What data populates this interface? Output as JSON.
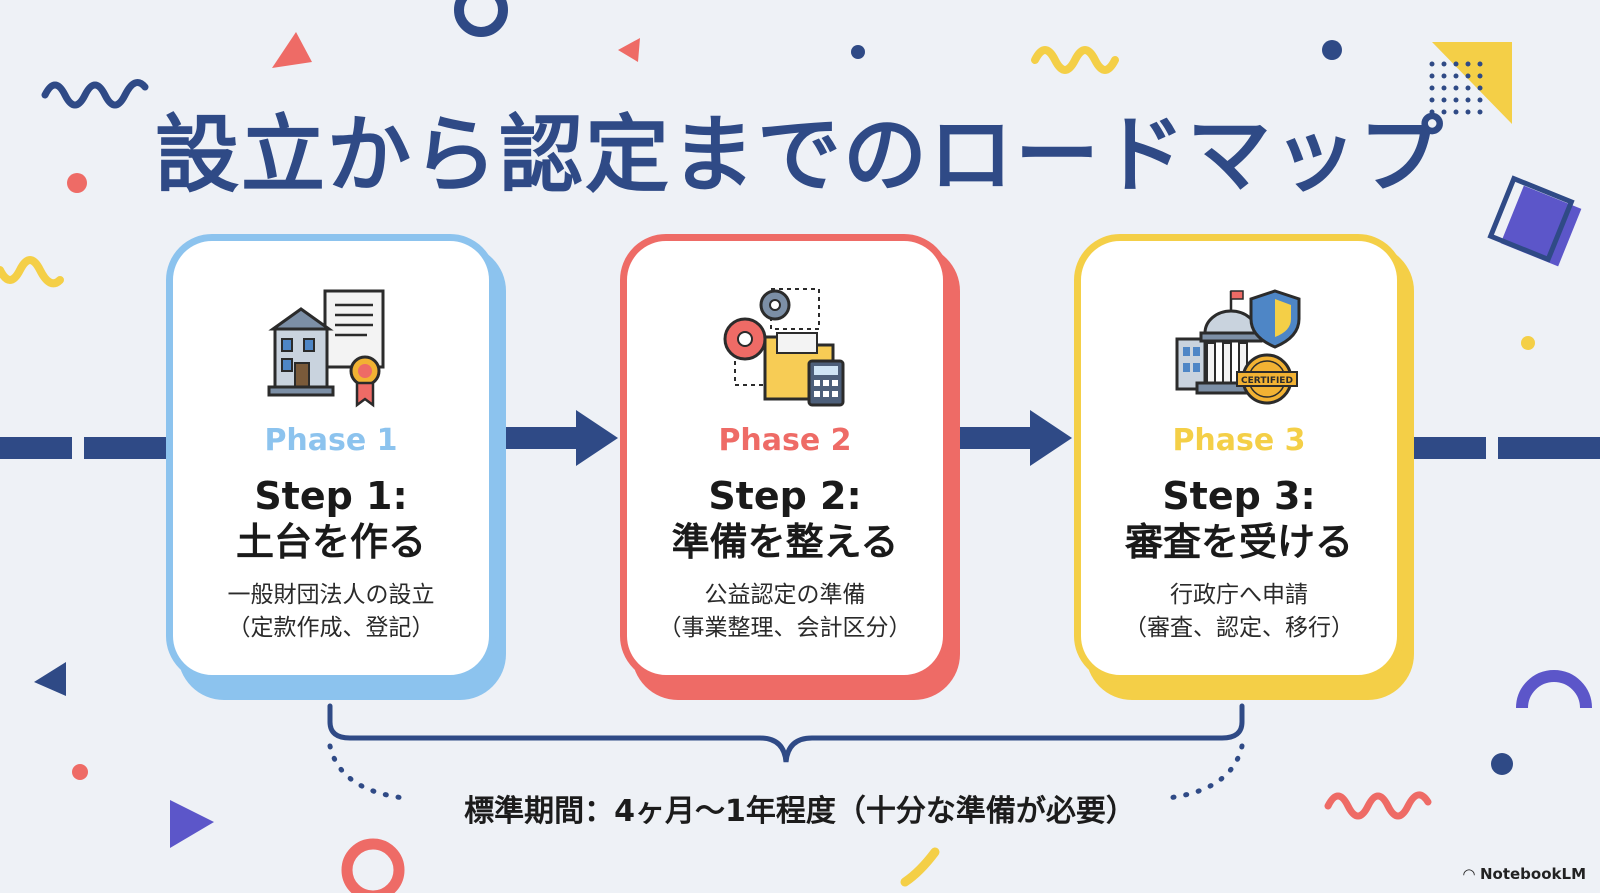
{
  "title": "設立から認定までのロードマップ",
  "steps": [
    {
      "phase": "Phase 1",
      "step_title": "Step 1:",
      "step_subtitle": "土台を作る",
      "desc_line1": "一般財団法人の設立",
      "desc_line2": "（定款作成、登記）",
      "icon": "building-certificate-icon",
      "color": "#8cc3ee"
    },
    {
      "phase": "Phase 2",
      "step_title": "Step 2:",
      "step_subtitle": "準備を整える",
      "desc_line1": "公益認定の準備",
      "desc_line2": "（事業整理、会計区分）",
      "icon": "gears-folder-calculator-icon",
      "color": "#ee6b66"
    },
    {
      "phase": "Phase 3",
      "step_title": "Step 3:",
      "step_subtitle": "審査を受ける",
      "desc_line1": "行政庁へ申請",
      "desc_line2": "（審査、認定、移行）",
      "icon": "government-shield-certified-icon",
      "color": "#f4cf47"
    }
  ],
  "certified_badge": "CERTIFIED",
  "period_text": "標準期間：4ヶ月〜1年程度（十分な準備が必要）",
  "brand": "NotebookLM",
  "colors": {
    "navy": "#2f4a86",
    "background": "#eef1f6",
    "blue": "#8cc3ee",
    "red": "#ee6b66",
    "yellow": "#f4cf47"
  }
}
